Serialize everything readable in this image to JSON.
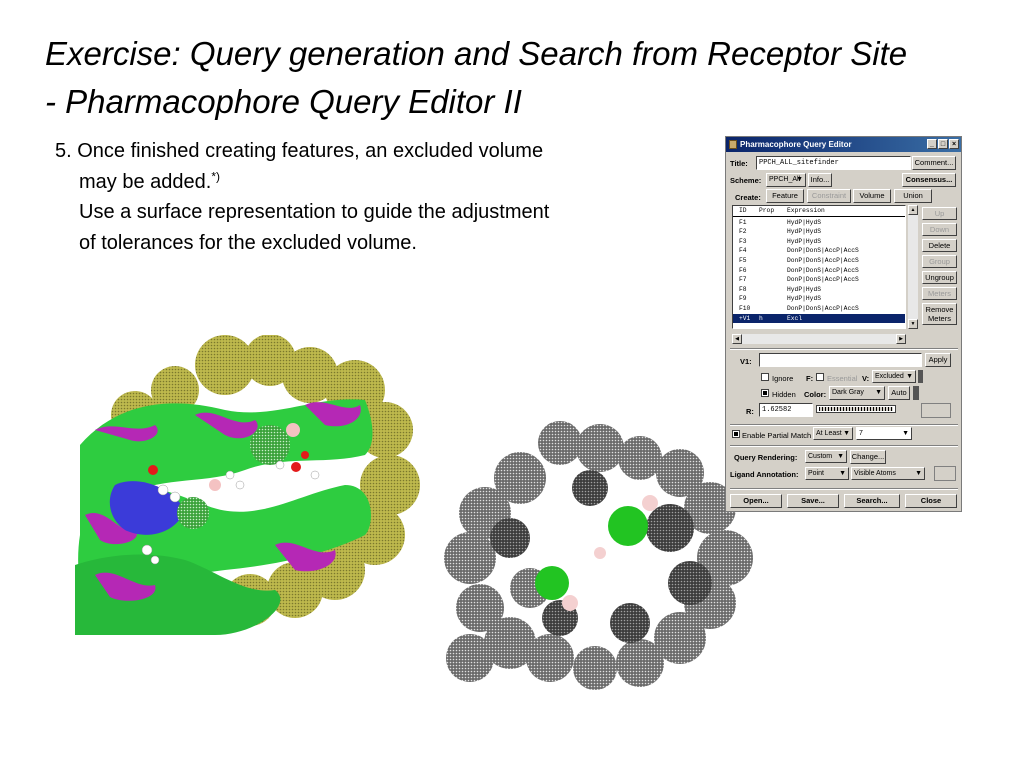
{
  "slide": {
    "title_line1": "Exercise: Query generation and Search from Receptor Site",
    "title_line2": "- Pharmacophore Query Editor II",
    "step_line1": "5. Once finished creating features, an excluded volume",
    "step_line2": "may be added.",
    "footnote_mark": "*)",
    "step_line3": "Use a surface representation to guide the adjustment",
    "step_line4": "of tolerances for the excluded volume."
  },
  "window": {
    "title": "Pharmacophore Query Editor",
    "title_label": "Title:",
    "title_value": "PPCH_ALL_sitefinder",
    "comment_button": "Comment...",
    "scheme_label": "Scheme:",
    "scheme_value": "PPCH_All",
    "info_button": "Info...",
    "consensus_button": "Consensus...",
    "create_label": "Create:",
    "create_buttons": [
      "Feature",
      "Constraint",
      "Volume",
      "Union"
    ],
    "list_headers": [
      "ID",
      "Prop",
      "Expression"
    ],
    "rows": [
      {
        "id": "F1",
        "prop": "",
        "expr": "HydP|HydS"
      },
      {
        "id": "F2",
        "prop": "",
        "expr": "HydP|HydS"
      },
      {
        "id": "F3",
        "prop": "",
        "expr": "HydP|HydS"
      },
      {
        "id": "F4",
        "prop": "",
        "expr": "DonP|DonS|AccP|AccS"
      },
      {
        "id": "F5",
        "prop": "",
        "expr": "DonP|DonS|AccP|AccS"
      },
      {
        "id": "F6",
        "prop": "",
        "expr": "DonP|DonS|AccP|AccS"
      },
      {
        "id": "F7",
        "prop": "",
        "expr": "DonP|DonS|AccP|AccS"
      },
      {
        "id": "F8",
        "prop": "",
        "expr": "HydP|HydS"
      },
      {
        "id": "F9",
        "prop": "",
        "expr": "HydP|HydS"
      },
      {
        "id": "F10",
        "prop": "",
        "expr": "DonP|DonS|AccP|AccS"
      },
      {
        "id": "+V1",
        "prop": "h",
        "expr": "Excl"
      }
    ],
    "side_buttons": [
      "Up",
      "Down",
      "Delete",
      "Group",
      "Ungroup",
      "Meters",
      "Remove Meters"
    ],
    "v1_label": "V1:",
    "apply_button": "Apply",
    "ignore_label": "Ignore",
    "f_label": "F:",
    "essential_label": "Essential",
    "v_label": "V:",
    "v_value": "Excluded",
    "hidden_label": "Hidden",
    "color_label": "Color:",
    "color_value": "Dark Gray",
    "auto_button": "Auto",
    "r_label": "R:",
    "r_value": "1.62582",
    "partial_label": "Enable Partial Match",
    "atleast_value": "At Least",
    "count_value": "7",
    "qr_label": "Query Rendering:",
    "qr_value": "Custom",
    "change_button": "Change...",
    "la_label": "Ligand Annotation:",
    "la_value": "Point",
    "la_value2": "Visible Atoms",
    "bottom_buttons": [
      "Open...",
      "Save...",
      "Search...",
      "Close"
    ]
  }
}
